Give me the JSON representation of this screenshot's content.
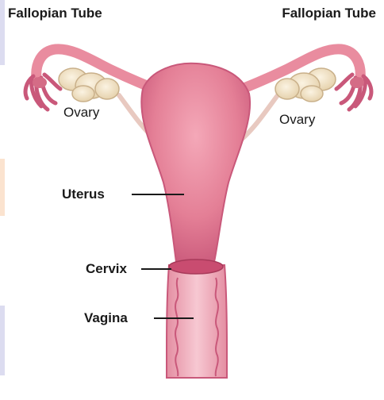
{
  "labels": {
    "left_tube": "Fallopian Tube",
    "right_tube": "Fallopian Tube",
    "left_ovary": "Ovary",
    "right_ovary": "Ovary",
    "uterus": "Uterus",
    "cervix": "Cervix",
    "vagina": "Vagina"
  },
  "colors": {
    "tissue": "#e98c9f",
    "tissue_dark": "#b94a66",
    "tissue_light": "#f6c3cd",
    "ovary": "#f3e4c8",
    "ovary_edge": "#c9b08a"
  }
}
